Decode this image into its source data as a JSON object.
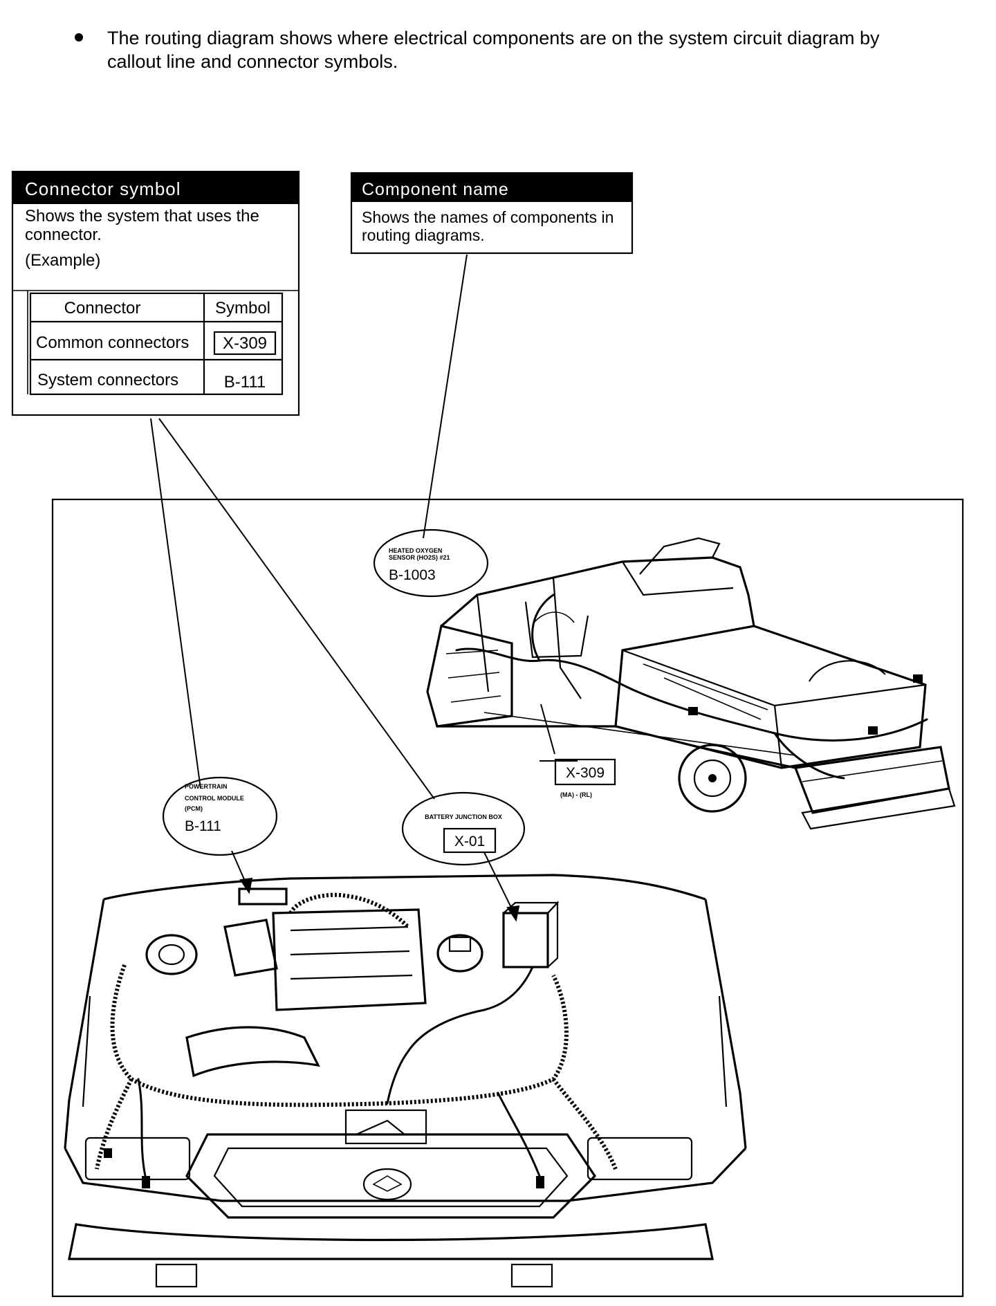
{
  "intro": {
    "bullet": "•",
    "line1": "The routing diagram shows where electrical components are on the system circuit diagram by",
    "line2": "callout line and connector symbols."
  },
  "connector_box": {
    "title": "Connector symbol",
    "desc1": "Shows the system that uses the",
    "desc2": "connector.",
    "example": "(Example)",
    "table": {
      "headers": [
        "Connector",
        "Symbol"
      ],
      "rows": [
        {
          "label": "Common connectors",
          "symbol": "X-309"
        },
        {
          "label": "System connectors",
          "symbol": "B-111"
        }
      ]
    }
  },
  "component_box": {
    "title": "Component name",
    "desc1": "Shows the names of components in",
    "desc2": "routing diagrams."
  },
  "callouts": {
    "ho2s": {
      "name1": "HEATED OXYGEN",
      "name2": "SENSOR (HO2S) #21",
      "code": "B-1003"
    },
    "pcm": {
      "name1": "POWERTRAIN",
      "name2": "CONTROL MODULE",
      "name3": "(PCM)",
      "code": "B-111"
    },
    "bjb": {
      "name1": "BATTERY JUNCTION BOX",
      "code": "X-01"
    },
    "x309": {
      "code": "X-309",
      "note": "(MA) - (RL)"
    }
  }
}
